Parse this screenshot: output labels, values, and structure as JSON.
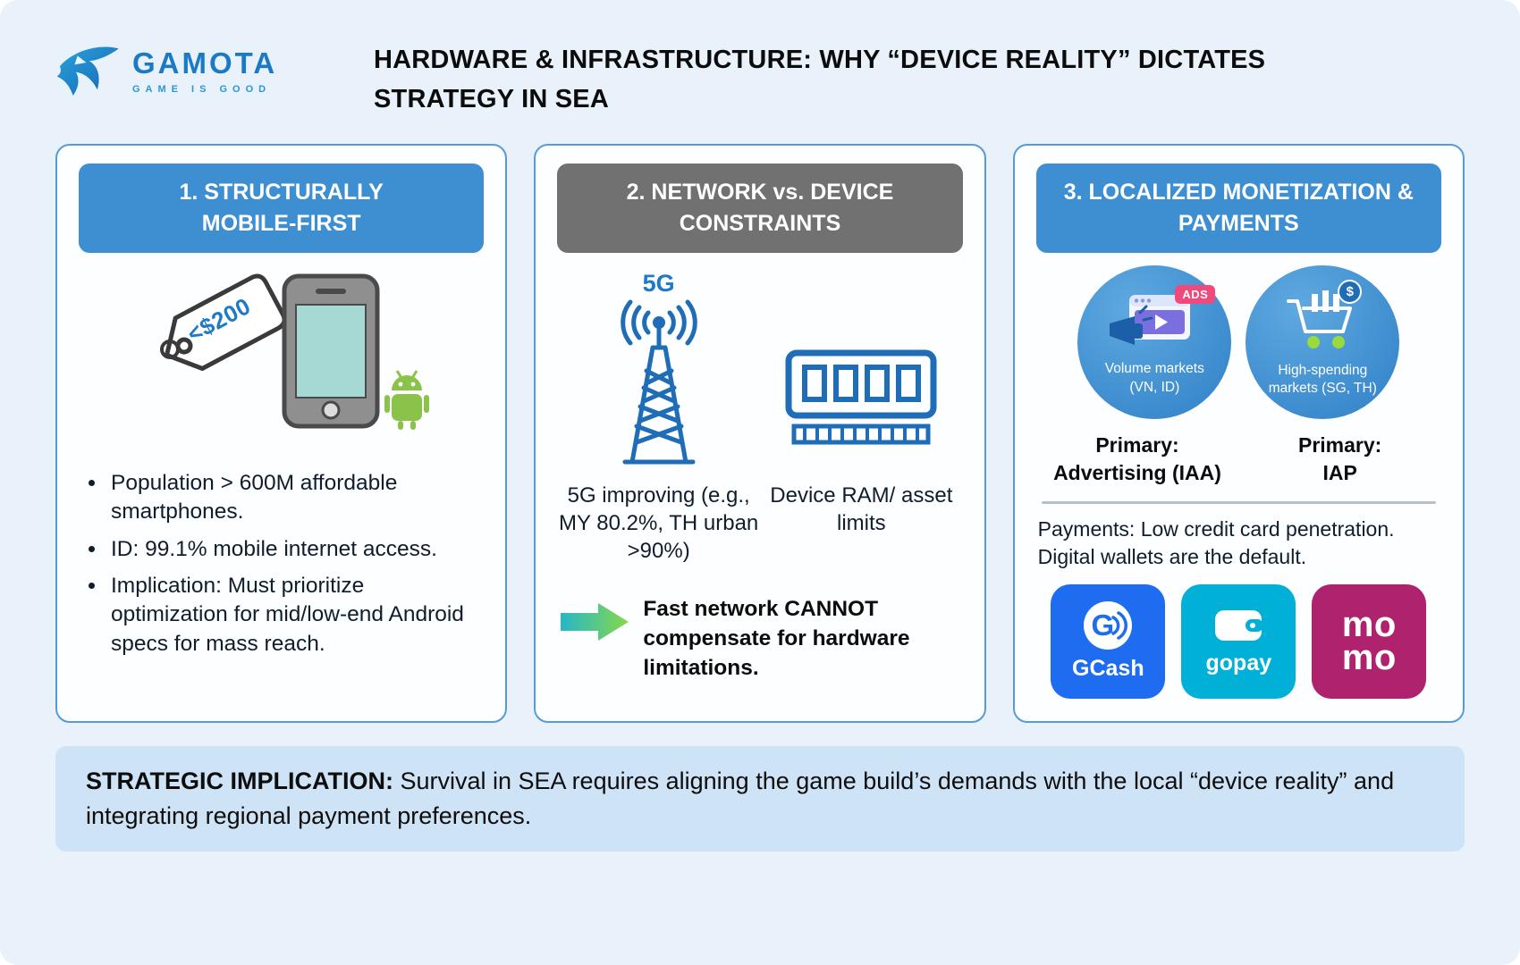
{
  "logo": {
    "name": "GAMOTA",
    "tagline": "GAME IS GOOD"
  },
  "title": {
    "line1": "HARDWARE & INFRASTRUCTURE: WHY “DEVICE REALITY” DICTATES",
    "line2": "STRATEGY IN SEA"
  },
  "cards": {
    "mobile_first": {
      "header": "1. STRUCTURALLY MOBILE-FIRST",
      "price_tag": "<$200",
      "bullets": [
        "Population > 600M affordable smartphones.",
        "ID: 99.1% mobile internet access.",
        "Implication: Must prioritize optimization for mid/low-end Android specs for mass reach."
      ]
    },
    "network": {
      "header": "2. NETWORK vs. DEVICE CONSTRAINTS",
      "five_g_label": "5G",
      "tower_caption": "5G improving (e.g., MY 80.2%, TH urban >90%)",
      "ram_caption": "Device RAM/ asset limits",
      "conclusion": "Fast network CANNOT compensate for hardware limitations."
    },
    "monetization": {
      "header": "3. LOCALIZED MONETIZATION & PAYMENTS",
      "ads_badge": "ADS",
      "coin_symbol": "$",
      "volume_label_1": "Volume markets",
      "volume_label_2": "(VN, ID)",
      "high_label_1": "High-spending",
      "high_label_2": "markets (SG, TH)",
      "primary_iaa_1": "Primary:",
      "primary_iaa_2": "Advertising (IAA)",
      "primary_iap_1": "Primary:",
      "primary_iap_2": "IAP",
      "payments_text": "Payments: Low credit card penetration. Digital wallets are the default.",
      "wallets": {
        "gcash_g": "G",
        "gcash": "GCash",
        "gopay": "gopay",
        "momo_line1": "mo",
        "momo_line2": "mo"
      }
    }
  },
  "footer": {
    "label": "STRATEGIC IMPLICATION:",
    "text": " Survival in SEA requires aligning the game build’s demands with the local “device reality” and integrating regional payment preferences."
  },
  "colors": {
    "accent_blue": "#3e8ed2",
    "header_gray": "#717171",
    "icon_blue": "#1f6cb7",
    "android_green": "#8bc34a",
    "gcash_blue": "#1e6cf0",
    "gopay_cyan": "#00b0d6",
    "momo_magenta": "#af226e",
    "ads_pink": "#f0497c"
  }
}
